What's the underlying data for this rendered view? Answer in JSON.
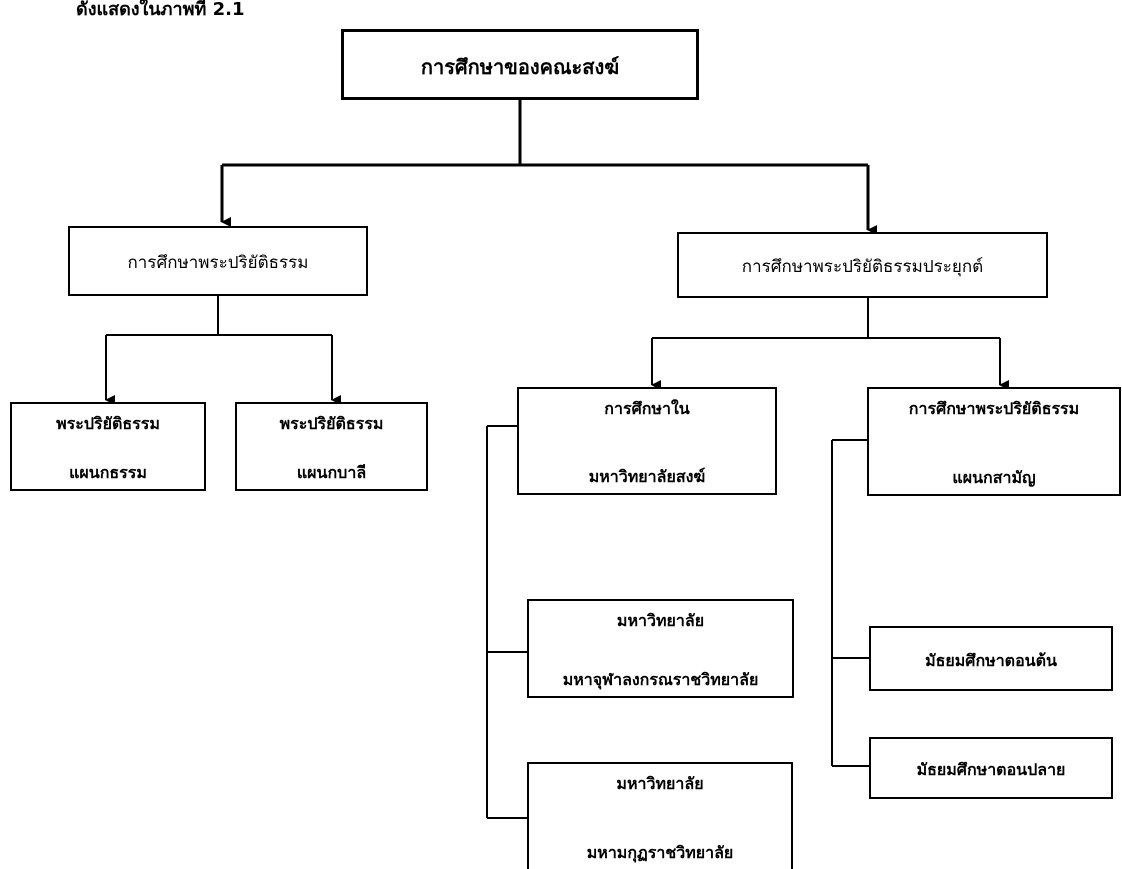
{
  "caption": "ดังแสดงในภาพที่ 2.1",
  "root": {
    "label": "การศึกษาของคณะสงฆ์"
  },
  "left": {
    "label": "การศึกษาพระปริยัติธรรม",
    "children": [
      {
        "line1": "พระปริยัติธรรม",
        "line2": "แผนกธรรม"
      },
      {
        "line1": "พระปริยัติธรรม",
        "line2": "แผนกบาลี"
      }
    ]
  },
  "right": {
    "label": "การศึกษาพระปริยัติธรรมประยุกต์",
    "university_group": {
      "line1": "การศึกษาใน",
      "line2": "มหาวิทยาลัยสงฆ์",
      "items": [
        {
          "line1": "มหาวิทยาลัย",
          "line2": "มหาจุฬาลงกรณราชวิทยาลัย"
        },
        {
          "line1": "มหาวิทยาลัย",
          "line2": "มหามกุฏราชวิทยาลัย"
        }
      ]
    },
    "general_group": {
      "line1": "การศึกษาพระปริยัติธรรม",
      "line2": "แผนกสามัญ",
      "items": [
        {
          "label": "มัธยมศึกษาตอนต้น"
        },
        {
          "label": "มัธยมศึกษาตอนปลาย"
        }
      ]
    }
  }
}
